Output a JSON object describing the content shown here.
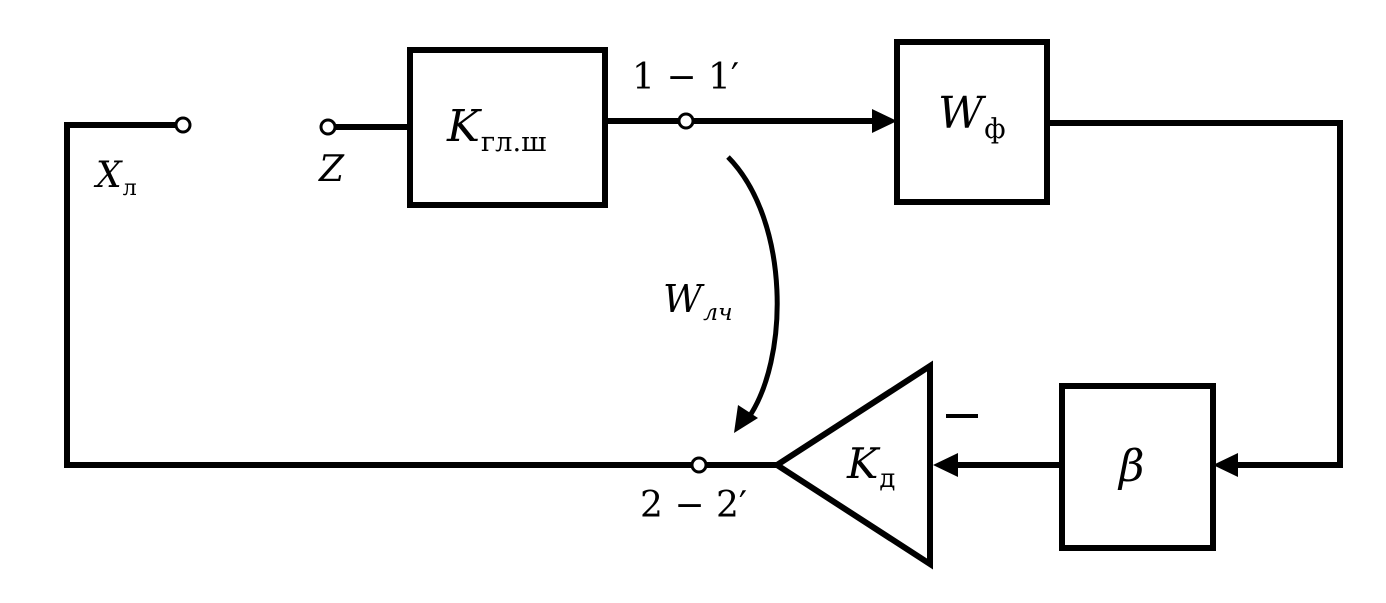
{
  "diagram": {
    "type": "block-diagram",
    "stroke_color": "#000000",
    "background": "#ffffff",
    "nodes": {
      "input_terminal": {
        "main": "X",
        "sub": "л"
      },
      "z_terminal": {
        "main": "Z",
        "sub": ""
      },
      "k_main_block": {
        "main": "K",
        "sub": "гл.ш"
      },
      "w_filter_block": {
        "main": "W",
        "sub": "ф"
      },
      "beta_block": {
        "main": "β",
        "sub": ""
      },
      "k_d_amplifier": {
        "main": "K",
        "sub": "д",
        "input_sign": "−"
      },
      "w_lch_arrow": {
        "main": "W",
        "sub": "лч"
      }
    },
    "points": {
      "point_1": "1 − 1′",
      "point_2": "2 − 2′"
    }
  }
}
